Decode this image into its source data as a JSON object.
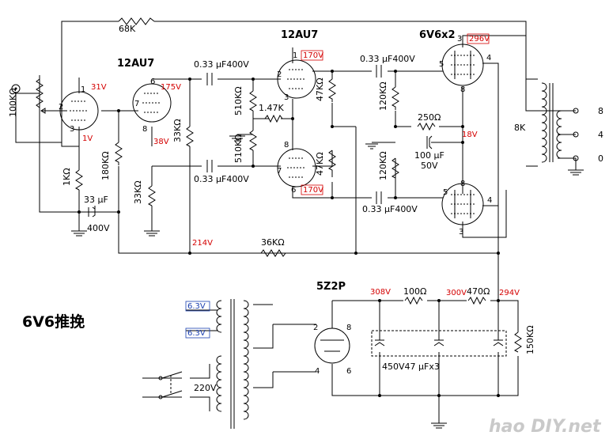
{
  "title": "6V6推挽",
  "tubes": {
    "v1": "12AU7",
    "v2": "12AU7",
    "v3": "6V6x2",
    "rect": "5Z2P"
  },
  "pins": {
    "p1": "1",
    "p2": "2",
    "p3": "3",
    "p6": "6",
    "p7": "7",
    "p8": "8",
    "p4": "4",
    "p5": "5"
  },
  "voltages": {
    "v31": "31V",
    "v1": "1V",
    "v175": "175V",
    "v38": "38V",
    "v170a": "170V",
    "v170b": "170V",
    "v296": "296V",
    "v18": "18V",
    "v214": "214V",
    "v308": "308V",
    "v300": "300V",
    "v294": "294V"
  },
  "heater": {
    "h1": "6.3V",
    "h2": "6.3V"
  },
  "components": {
    "r68k": "68K",
    "vol": "100KΩ",
    "c1": "0.33 μF400V",
    "c2": "0.33 μF400V",
    "c3": "0.33 μF400V",
    "c4": "0.33 μF400V",
    "r510a": "510KΩ",
    "r147": "1.47K",
    "r510b": "510KΩ",
    "r33a": "33KΩ",
    "r33b": "33KΩ",
    "r1k": "1KΩ",
    "r180k": "180KΩ",
    "c33": "33 μF",
    "c33v": "400V",
    "r47a": "47KΩ",
    "r47b": "47KΩ",
    "r120a": "120KΩ",
    "r120b": "120KΩ",
    "r250": "250Ω",
    "c100": "100 μF",
    "c100v": "50V",
    "r36k": "36KΩ",
    "r100": "100Ω",
    "r470": "470Ω",
    "r150k": "150KΩ",
    "caps": "450V47 μFx3",
    "mains": "220V"
  },
  "output": {
    "imp": "8K",
    "t8": "8",
    "t4": "4",
    "t0": "0"
  },
  "watermark": "hao DIY.net"
}
